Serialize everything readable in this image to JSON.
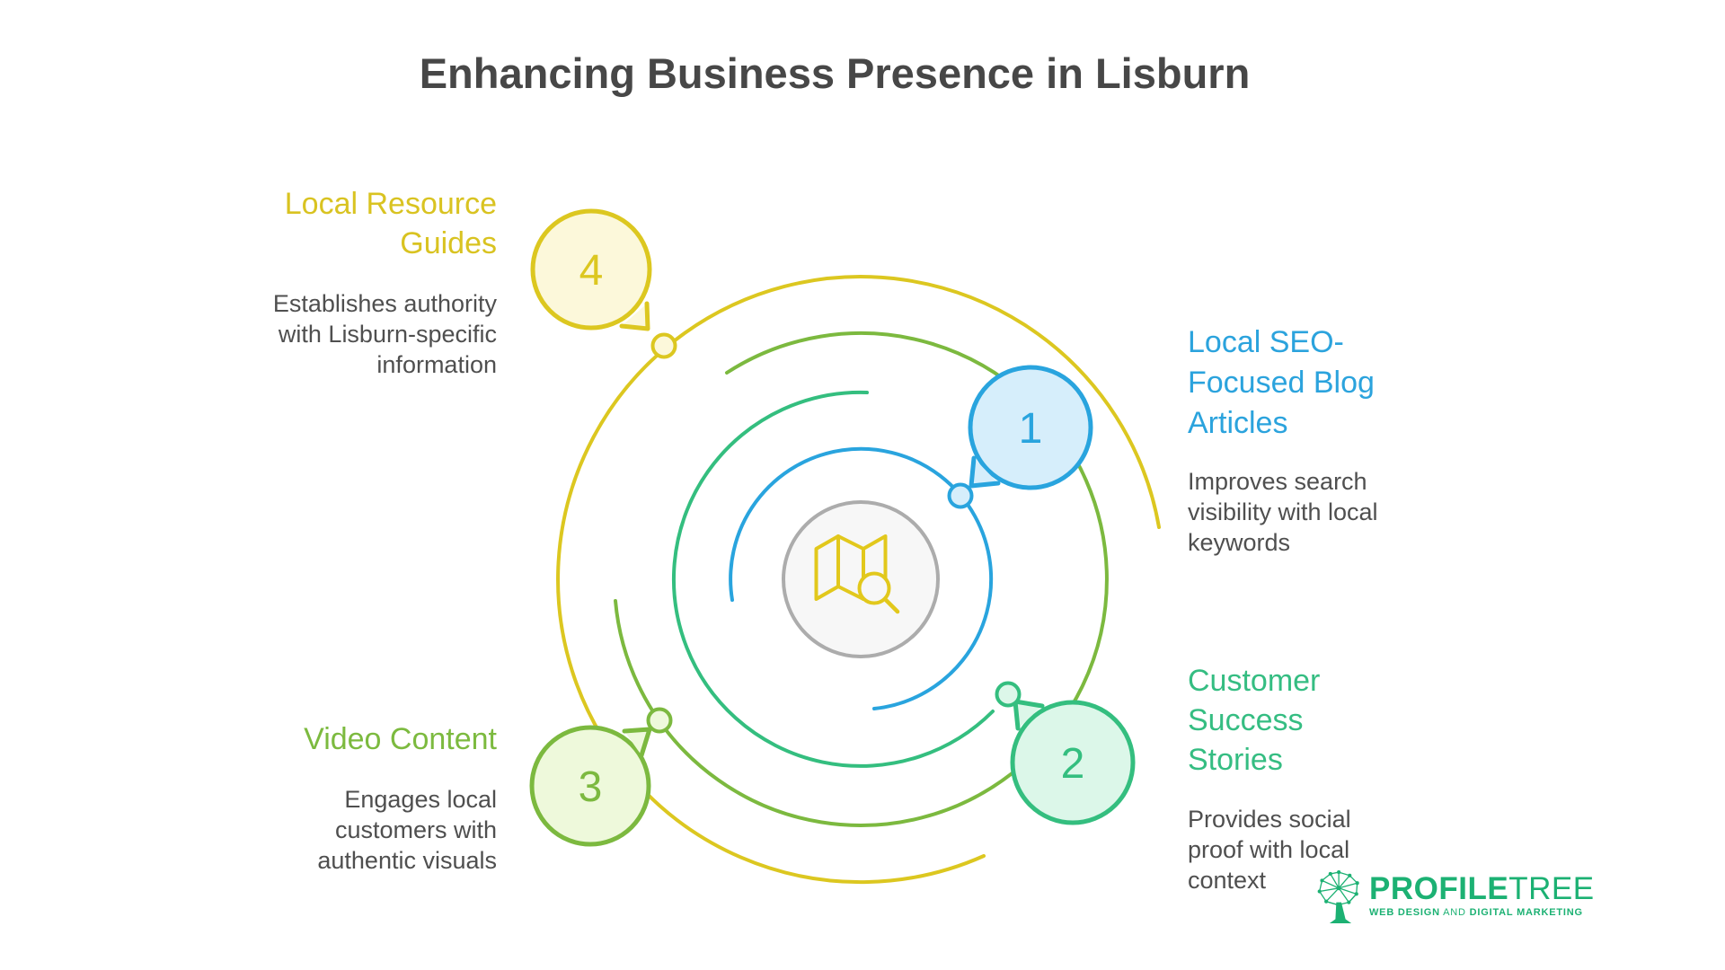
{
  "title": "Enhancing Business Presence in Lisburn",
  "title_color": "#474747",
  "body_text_color": "#4F4F4F",
  "steps": [
    {
      "number": "1",
      "label": "Local SEO-Focused Blog Articles",
      "heading_lines": [
        "Local SEO-",
        "Focused Blog",
        "Articles"
      ],
      "body_lines": [
        "Improves search",
        "visibility with local",
        "keywords"
      ],
      "accent": "#29A4DE",
      "tint": "#D6EEFB"
    },
    {
      "number": "2",
      "label": "Customer Success Stories",
      "heading_lines": [
        "Customer",
        "Success",
        "Stories"
      ],
      "body_lines": [
        "Provides social",
        "proof with local",
        "context"
      ],
      "accent": "#34BE7F",
      "tint": "#DCF7E9"
    },
    {
      "number": "3",
      "label": "Video Content",
      "heading_lines": [
        "Video Content"
      ],
      "body_lines": [
        "Engages local",
        "customers with",
        "authentic visuals"
      ],
      "accent": "#7CB93F",
      "tint": "#EEF9DB"
    },
    {
      "number": "4",
      "label": "Local Resource Guides",
      "heading_lines": [
        "Local Resource",
        "Guides"
      ],
      "body_lines": [
        "Establishes authority",
        "with Lisburn-specific",
        "information"
      ],
      "accent": "#DCC720",
      "tint": "#FCF8DA"
    }
  ],
  "center": {
    "icon": "map-search-icon",
    "icon_color": "#E2C81C",
    "ring_color": "#ACACAC",
    "ring_fill": "#F7F7F7"
  },
  "logo": {
    "brand_bold": "PROFILE",
    "brand_light": "TREE",
    "tagline_part1": "WEB DESIGN",
    "tagline_and": "AND",
    "tagline_part2": "DIGITAL MARKETING",
    "color": "#1CB173"
  }
}
